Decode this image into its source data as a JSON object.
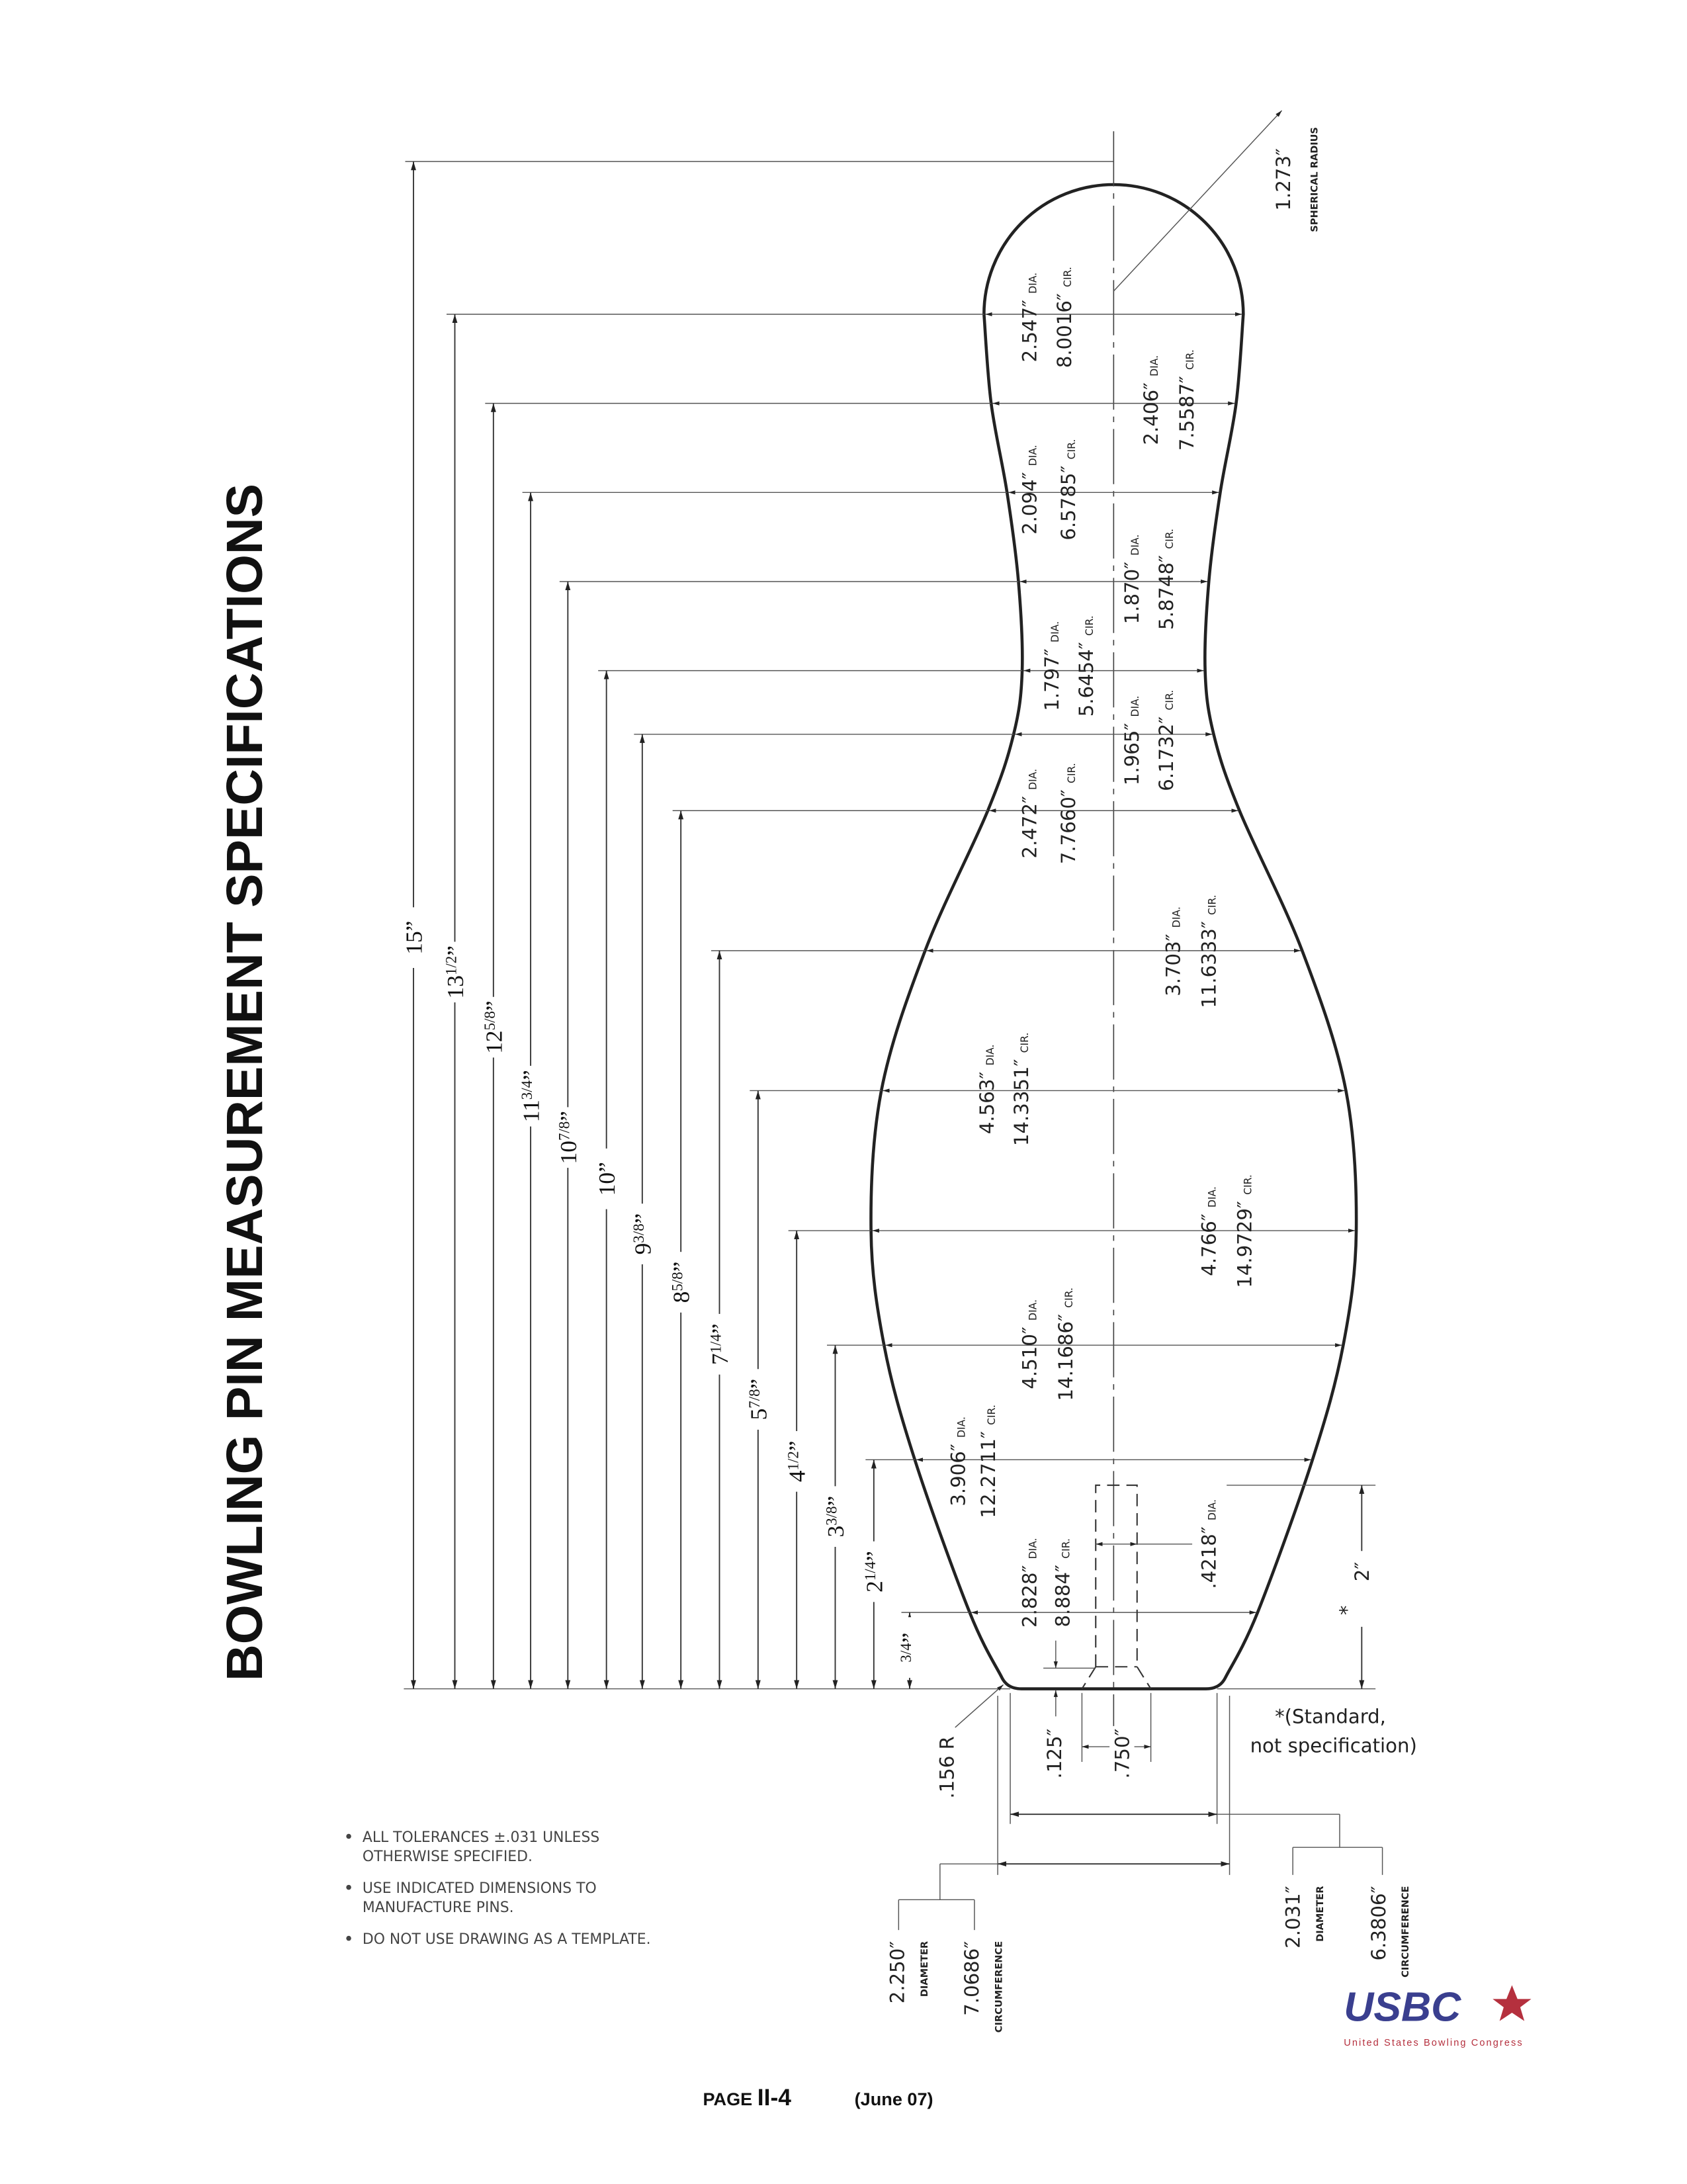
{
  "title": "BOWLING PIN MEASUREMENT SPECIFICATIONS",
  "units": {
    "dia": "DIA.",
    "cir": "CIR."
  },
  "heights": [
    {
      "value": 15,
      "whole": "15",
      "frac": ""
    },
    {
      "value": 13.5,
      "whole": "13",
      "frac": "1/2"
    },
    {
      "value": 12.625,
      "whole": "12",
      "frac": "5/8"
    },
    {
      "value": 11.75,
      "whole": "11",
      "frac": "3/4"
    },
    {
      "value": 10.875,
      "whole": "10",
      "frac": "7/8"
    },
    {
      "value": 10,
      "whole": "10",
      "frac": ""
    },
    {
      "value": 9.375,
      "whole": "9",
      "frac": "3/8"
    },
    {
      "value": 8.625,
      "whole": "8",
      "frac": "5/8"
    },
    {
      "value": 7.25,
      "whole": "7",
      "frac": "1/4"
    },
    {
      "value": 5.875,
      "whole": "5",
      "frac": "7/8"
    },
    {
      "value": 4.5,
      "whole": "4",
      "frac": "1/2"
    },
    {
      "value": 3.375,
      "whole": "3",
      "frac": "3/8"
    },
    {
      "value": 2.25,
      "whole": "2",
      "frac": "1/4"
    },
    {
      "value": 0.75,
      "whole": "",
      "frac": "3/4"
    }
  ],
  "sections": [
    {
      "at": 13.5,
      "diameter": 2.547,
      "dia": "2.547″",
      "cir": "8.0016″"
    },
    {
      "at": 12.625,
      "diameter": 2.406,
      "dia": "2.406″",
      "cir": "7.5587″"
    },
    {
      "at": 11.75,
      "diameter": 2.094,
      "dia": "2.094″",
      "cir": "6.5785″"
    },
    {
      "at": 10.875,
      "diameter": 1.87,
      "dia": "1.870″",
      "cir": "5.8748″"
    },
    {
      "at": 10,
      "diameter": 1.797,
      "dia": "1.797″",
      "cir": "5.6454″"
    },
    {
      "at": 9.375,
      "diameter": 1.965,
      "dia": "1.965″",
      "cir": "6.1732″"
    },
    {
      "at": 8.625,
      "diameter": 2.472,
      "dia": "2.472″",
      "cir": "7.7660″"
    },
    {
      "at": 7.25,
      "diameter": 3.703,
      "dia": "3.703″",
      "cir": "11.6333″"
    },
    {
      "at": 5.875,
      "diameter": 4.563,
      "dia": "4.563″",
      "cir": "14.3351″"
    },
    {
      "at": 4.5,
      "diameter": 4.766,
      "dia": "4.766″",
      "cir": "14.9729″"
    },
    {
      "at": 3.375,
      "diameter": 4.51,
      "dia": "4.510″",
      "cir": "14.1686″"
    },
    {
      "at": 2.25,
      "diameter": 3.906,
      "dia": "3.906″",
      "cir": "12.2711″"
    },
    {
      "at": 0.75,
      "diameter": 2.828,
      "dia": "2.828″",
      "cir": "8.884″"
    }
  ],
  "head": {
    "radius": 1.273,
    "radius_label": "1.273″",
    "radius_caption": "SPHERICAL RADIUS"
  },
  "base": {
    "diameter": 2.031,
    "fillet_label": ".156 R",
    "offset_label": ".125″",
    "hole_label": ".750″",
    "hole_dia_label": ".4218″",
    "inner": {
      "dia": "2.031″",
      "dia_caption": "DIAMETER",
      "cir": "6.3806″",
      "cir_caption": "CIRCUMFERENCE"
    },
    "outer": {
      "dia": "2.250″",
      "dia_caption": "DIAMETER",
      "cir": "7.0686″",
      "cir_caption": "CIRCUMFERENCE"
    },
    "hole_depth_label": "2″",
    "hole_depth_mark": "*",
    "standard_note": [
      "*(Standard,",
      "not  specification)"
    ]
  },
  "notes": [
    [
      "ALL TOLERANCES ±.031 UNLESS",
      "OTHERWISE SPECIFIED."
    ],
    [
      "USE INDICATED DIMENSIONS TO",
      "MANUFACTURE PINS."
    ],
    [
      "DO NOT USE DRAWING AS A TEMPLATE."
    ]
  ],
  "logo": {
    "text": "USBC",
    "tagline": "United States Bowling Congress",
    "colors": {
      "red": "#b5303e",
      "blue": "#3a3f8f"
    }
  },
  "footer": {
    "page_prefix": "PAGE ",
    "page": "II-4",
    "date": "(June 07)"
  }
}
